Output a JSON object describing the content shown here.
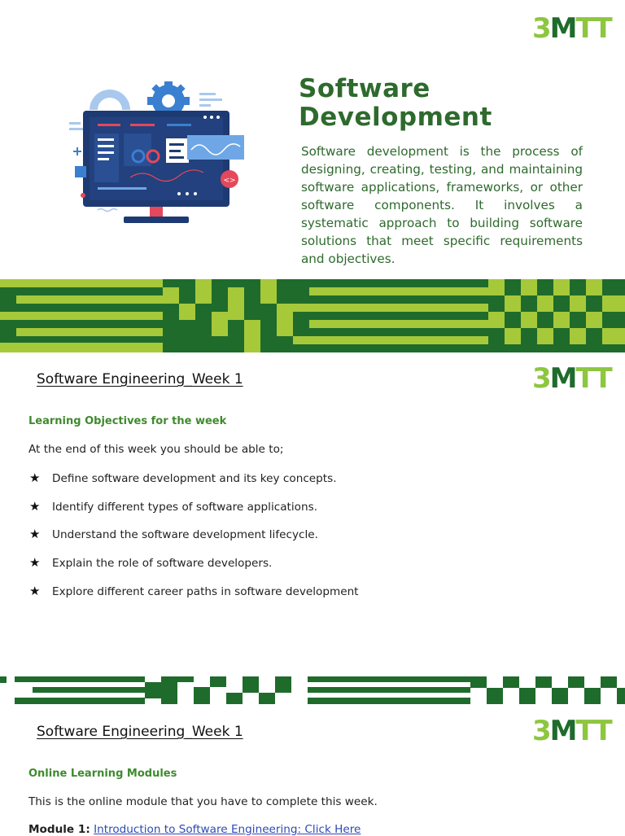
{
  "header": {
    "logo": {
      "num": "3",
      "mt": "M",
      "tt": "TT"
    }
  },
  "hero": {
    "title": "Software Development",
    "description": "Software development is the process of designing, creating, testing, and maintaining software applications, frameworks, or other software components. It involves a systematic approach to building software solutions that meet specific requirements and objectives.",
    "illustration": "computer-monitor-dashboard-illustration"
  },
  "section1": {
    "title": "Software Engineering_Week 1",
    "subhead": "Learning Objectives for the week",
    "intro": "At the end of this week you should be able to;",
    "objectives": [
      "Define software development and its key concepts.",
      "Identify different types of software applications.",
      "Understand the software development lifecycle.",
      "Explain the role of software developers.",
      "Explore different career paths in software development"
    ],
    "bullet_icon": "star-icon"
  },
  "section2": {
    "title": "Software Engineering_Week 1",
    "subhead": "Online Learning Modules",
    "intro": "This is the online module that you have to complete this week.",
    "module_label": "Module 1:",
    "module_link": "Introduction to Software Engineering: Click Here"
  },
  "colors": {
    "dark_green": "#1f6b2c",
    "lime_green": "#a6c93a",
    "title_green": "#2e6a2d",
    "link_blue": "#2a4bb5"
  }
}
